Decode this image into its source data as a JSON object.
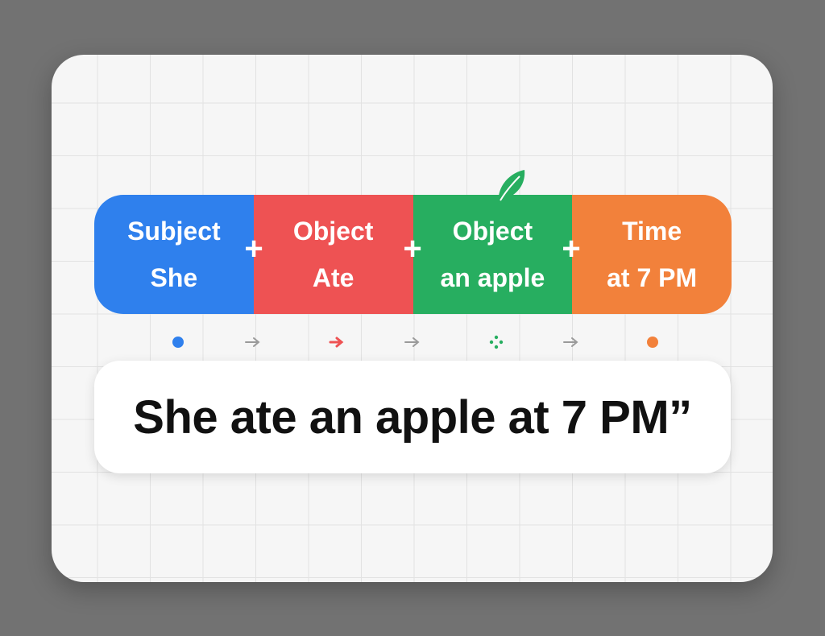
{
  "colors": {
    "subject": "#2f80ed",
    "verb": "#ee5253",
    "object": "#27ae60",
    "time": "#f2813b"
  },
  "segments": [
    {
      "role": "Subject",
      "word": "She",
      "color": "#2f80ed"
    },
    {
      "role": "Object",
      "word": "Ate",
      "color": "#ee5253"
    },
    {
      "role": "Object",
      "word": "an apple",
      "color": "#27ae60"
    },
    {
      "role": "Time",
      "word": "at 7 PM",
      "color": "#f2813b"
    }
  ],
  "plus_symbol": "+",
  "icons": [
    "leaf-icon",
    "plus-icon",
    "arrow-right-icon",
    "dot-icon",
    "sparkle-dots-icon"
  ],
  "sentence": "She ate an apple at 7 PM”"
}
